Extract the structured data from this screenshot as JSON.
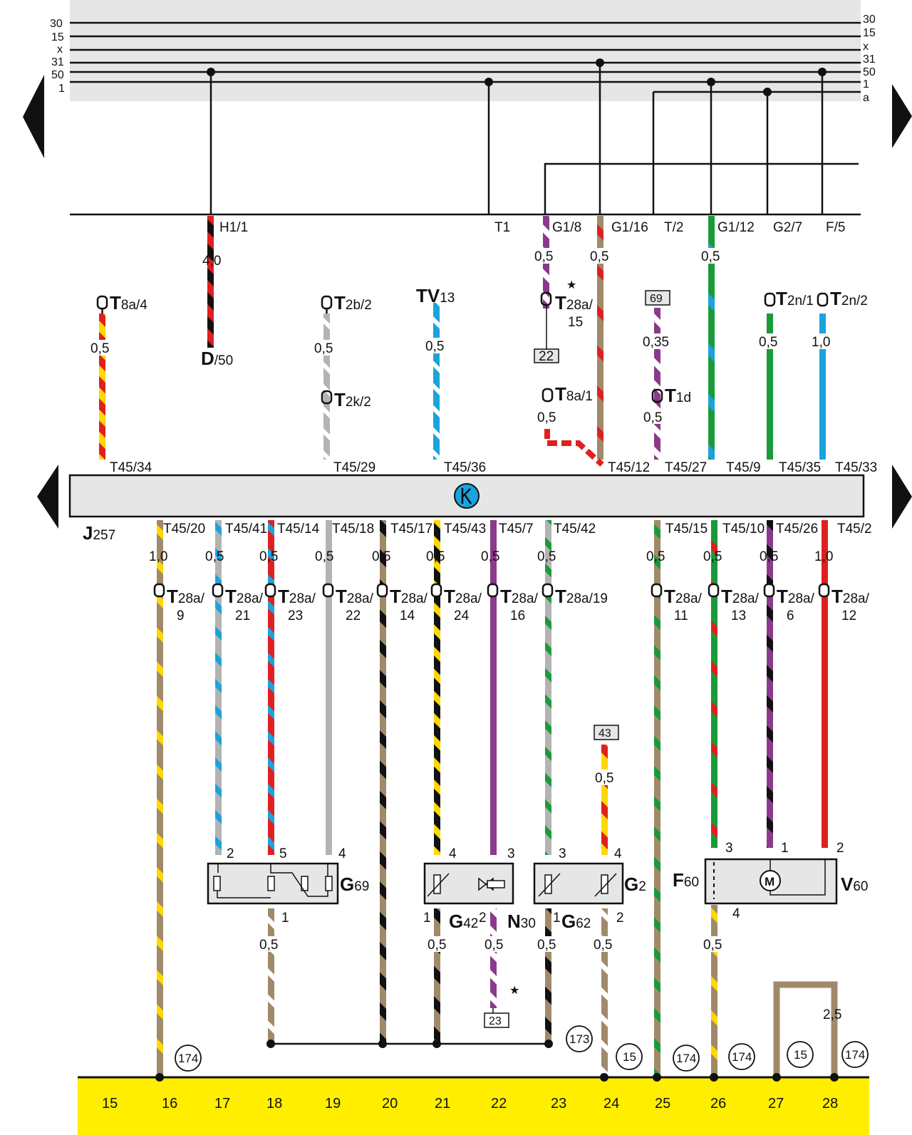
{
  "rails": [
    {
      "label": "30",
      "label_right": "30"
    },
    {
      "label": "15",
      "label_right": "15"
    },
    {
      "label": "x",
      "label_right": "x"
    },
    {
      "label": "31",
      "label_right": "31"
    },
    {
      "label": "50",
      "label_right": "50"
    },
    {
      "label": "1",
      "label_right": "1"
    },
    {
      "label": "",
      "label_right": "a"
    }
  ],
  "mid_connectors": [
    "H1/1",
    "T1",
    "G1/8",
    "G1/16",
    "T/2",
    "G1/12",
    "G2/7",
    "F/5"
  ],
  "wire_sizes_mid": [
    "4,0",
    "0,5",
    "0,5",
    "0,5"
  ],
  "upper_items": {
    "t8a4": {
      "main": "T",
      "sub": "8a/4",
      "size": "0,5"
    },
    "d50": {
      "main": "D",
      "sub": "/50"
    },
    "t2b2": {
      "main": "T",
      "sub": "2b/2",
      "size": "0,5"
    },
    "t2k2": {
      "main": "T",
      "sub": "2k/2"
    },
    "tv13": {
      "main": "TV",
      "sub": "13",
      "size": "0,5"
    },
    "t28a15": {
      "main": "T",
      "sub": "28a/",
      "num": "15",
      "star": "★",
      "box": "22"
    },
    "t8a1": {
      "main": "T",
      "sub": "8a/1",
      "size": "0,5"
    },
    "box69": {
      "box": "69",
      "size": "0,35"
    },
    "t1d": {
      "main": "T",
      "sub": "1d",
      "size": "0,5"
    },
    "t2n1": {
      "main": "T",
      "sub": "2n/1",
      "size": "0,5"
    },
    "t2n2": {
      "main": "T",
      "sub": "2n/2",
      "size": "1,0"
    }
  },
  "control_unit": {
    "label_main": "J",
    "label_sub": "257",
    "inputs": [
      "T45/34",
      "T45/29",
      "T45/36",
      "T45/12",
      "T45/27",
      "T45/9",
      "T45/35",
      "T45/33"
    ],
    "outputs": [
      "T45/20",
      "T45/41",
      "T45/14",
      "T45/18",
      "T45/17",
      "T45/43",
      "T45/7",
      "T45/42",
      "T45/15",
      "T45/10",
      "T45/26",
      "T45/2"
    ]
  },
  "lower_sizes": [
    "1,0",
    "0,5",
    "0,5",
    "0,5",
    "0,5",
    "0,5",
    "0,5",
    "0,5",
    "0,5",
    "0,5",
    "0,5",
    "1,0"
  ],
  "lower_connectors": [
    {
      "sub": "28a/",
      "num": "9"
    },
    {
      "sub": "28a/",
      "num": "21"
    },
    {
      "sub": "28a/",
      "num": "23"
    },
    {
      "sub": "28a/",
      "num": "22"
    },
    {
      "sub": "28a/",
      "num": "14"
    },
    {
      "sub": "28a/",
      "num": "24"
    },
    {
      "sub": "28a/",
      "num": "16"
    },
    {
      "sub": "28a/19",
      "num": ""
    },
    {
      "sub": "28a/",
      "num": "11"
    },
    {
      "sub": "28a/",
      "num": "13"
    },
    {
      "sub": "28a/",
      "num": "6"
    },
    {
      "sub": "28a/",
      "num": "12"
    }
  ],
  "components": {
    "g69": {
      "main": "G",
      "sub": "69",
      "pins": [
        "2",
        "5",
        "4",
        "1"
      ]
    },
    "g42": {
      "main": "G",
      "sub": "42",
      "pins": [
        "4",
        "1"
      ]
    },
    "n30": {
      "main": "N",
      "sub": "30",
      "pins": [
        "3",
        "2"
      ]
    },
    "g62": {
      "main": "G",
      "sub": "62",
      "pins": [
        "3",
        "1"
      ]
    },
    "g2": {
      "main": "G",
      "sub": "2",
      "pins": [
        "4",
        "2"
      ]
    },
    "f60": {
      "main": "F",
      "sub": "60",
      "pins": [
        "3",
        "4"
      ]
    },
    "v60": {
      "main": "V",
      "sub": "60",
      "pins": [
        "1",
        "2"
      ],
      "motor": "M"
    }
  },
  "box43": {
    "box": "43",
    "size": "0,5"
  },
  "box23": {
    "box": "23",
    "star": "★"
  },
  "bottom_sizes": [
    "0,5",
    "0,5",
    "0,5",
    "0,5",
    "0,5",
    "0,5",
    "2,5"
  ],
  "circle_refs": [
    "174",
    "173",
    "15",
    "174",
    "174",
    "15",
    "174"
  ],
  "ground_numbers": [
    "15",
    "16",
    "17",
    "18",
    "19",
    "20",
    "21",
    "22",
    "23",
    "24",
    "25",
    "26",
    "27",
    "28"
  ],
  "colors": {
    "rail_band": "#e6e6e6",
    "unit_band": "#e6e6e6",
    "ground_bar": "#ffee00",
    "brown": "#a08a6a",
    "purple": "#8b3a8b",
    "green": "#1a9a3a",
    "blue": "#1aa3dc",
    "red": "#e02020",
    "yellow": "#ffd800",
    "gray": "#b3b3b3",
    "black": "#111111"
  }
}
